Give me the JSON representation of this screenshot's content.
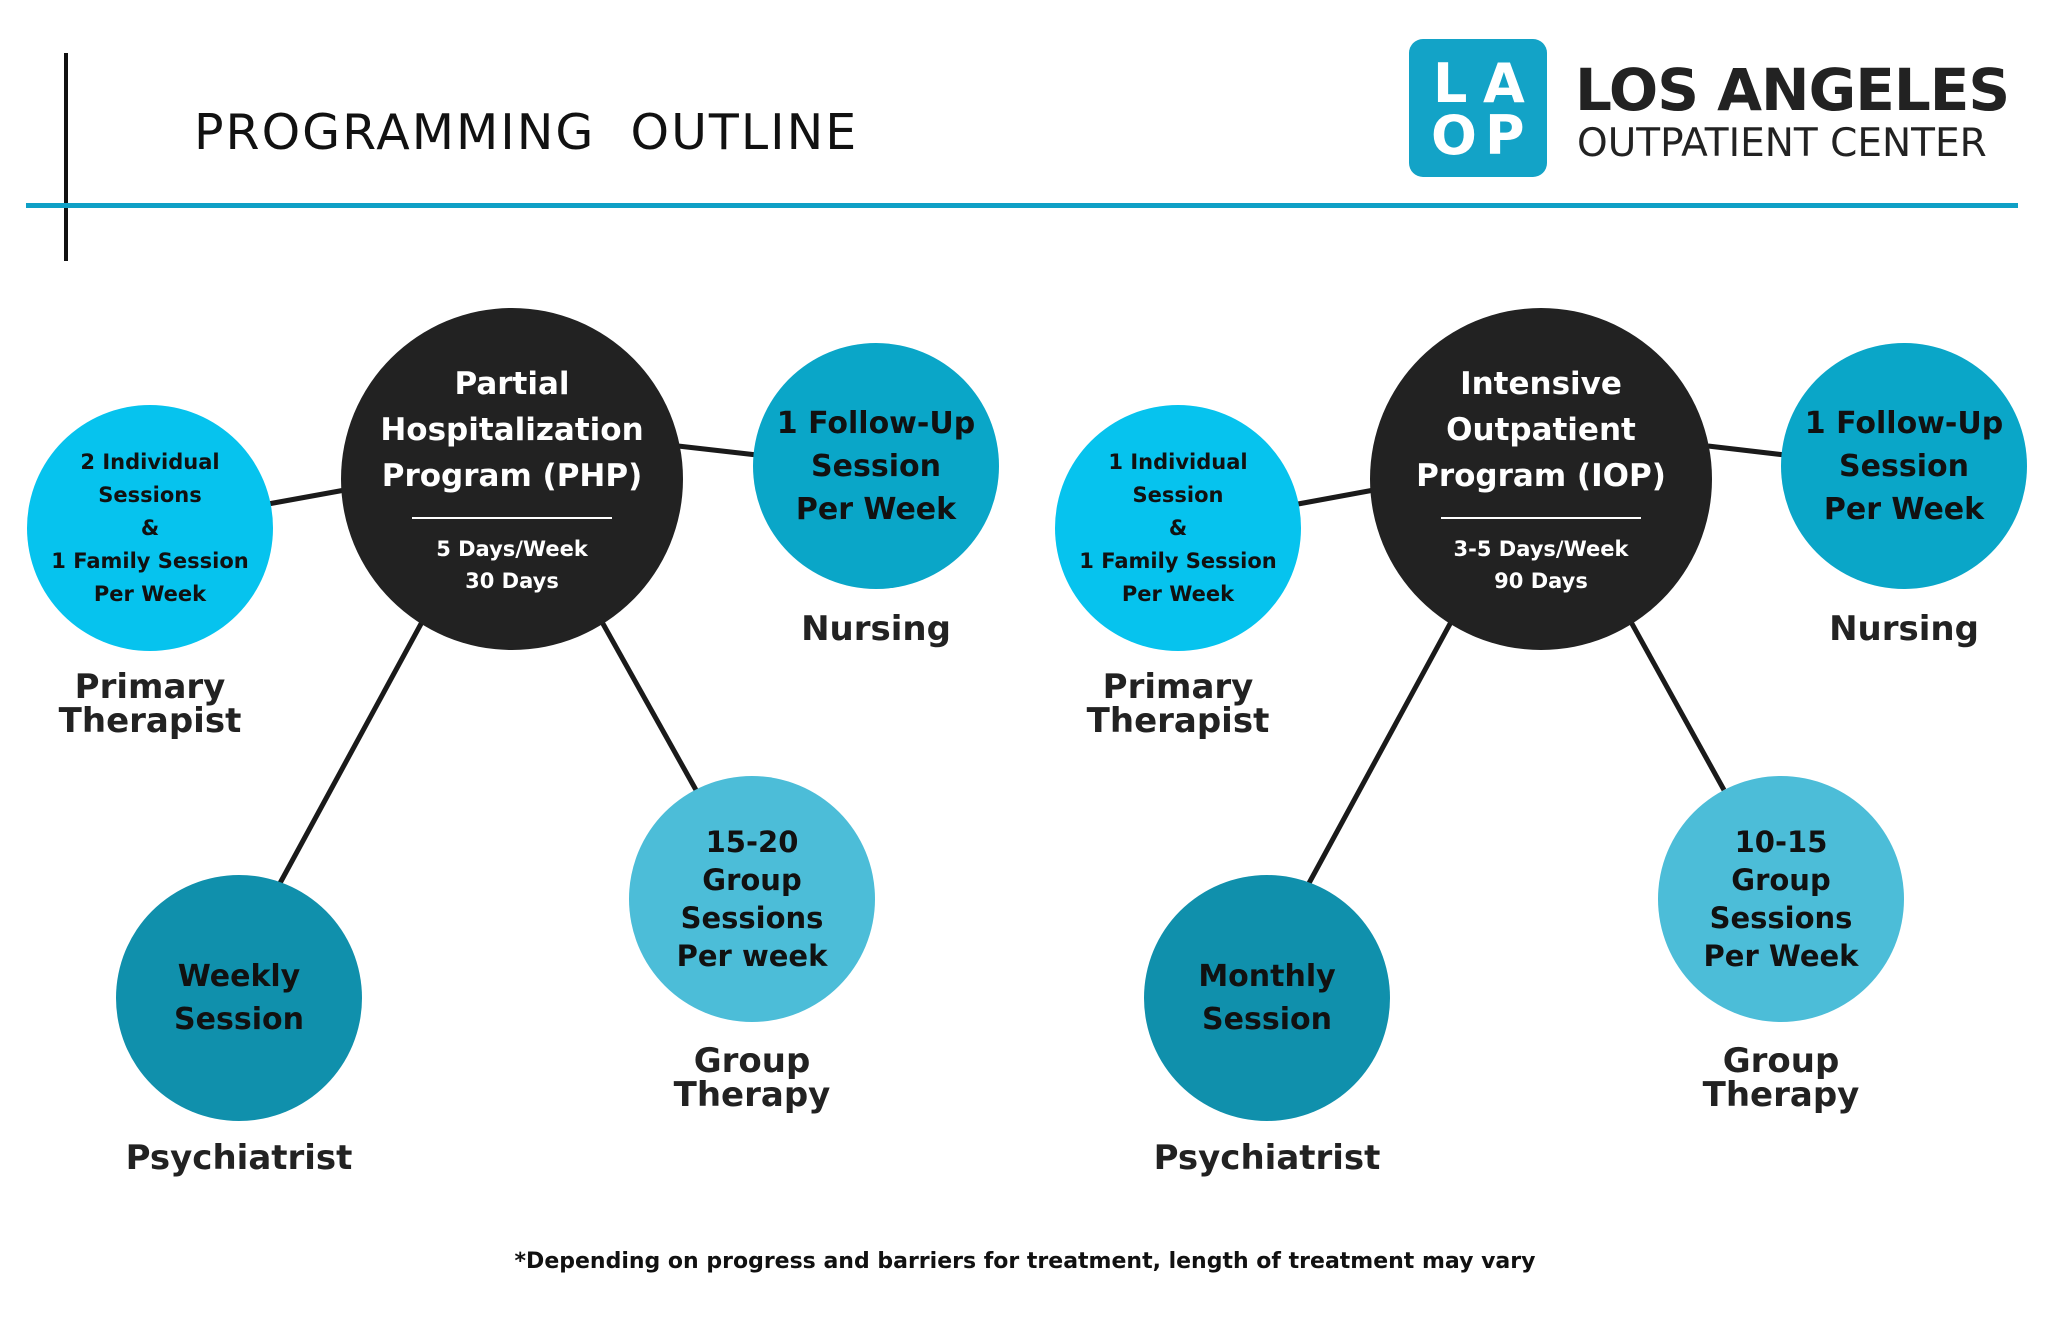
{
  "header": {
    "title": "PROGRAMMING  OUTLINE",
    "brand": {
      "logo_letters": [
        "L",
        "A",
        "O",
        "P"
      ],
      "line1": "LOS ANGELES",
      "line2": "OUTPATIENT CENTER"
    }
  },
  "colors": {
    "accent_rule": "#0fa0c6",
    "logo_bg": "#13a3c7",
    "hub": "#222222",
    "primary_therapist": "#06c3ee",
    "nursing": "#0aa6c8",
    "psychiatrist": "#1090ac",
    "group_therapy": "#4cbdd8"
  },
  "programs": [
    {
      "hub": {
        "title": "Partial\nHospitalization\nProgram (PHP)",
        "schedule": "5 Days/Week\n30 Days"
      },
      "primary_therapist": {
        "circle": "2 Individual\nSessions\n&\n1 Family Session\nPer Week",
        "label": "Primary\nTherapist"
      },
      "nursing": {
        "circle": "1 Follow-Up\nSession\nPer Week",
        "label": "Nursing"
      },
      "psychiatrist": {
        "circle": "Weekly\nSession",
        "label": "Psychiatrist"
      },
      "group_therapy": {
        "circle": "15-20\nGroup\nSessions\nPer week",
        "label": "Group\nTherapy"
      }
    },
    {
      "hub": {
        "title": "Intensive\nOutpatient\nProgram (IOP)",
        "schedule": "3-5 Days/Week\n90 Days"
      },
      "primary_therapist": {
        "circle": "1 Individual\nSession\n&\n1 Family Session\nPer Week",
        "label": "Primary\nTherapist"
      },
      "nursing": {
        "circle": "1 Follow-Up\nSession\nPer Week",
        "label": "Nursing"
      },
      "psychiatrist": {
        "circle": "Monthly\nSession",
        "label": "Psychiatrist"
      },
      "group_therapy": {
        "circle": "10-15\nGroup\nSessions\nPer Week",
        "label": "Group\nTherapy"
      }
    }
  ],
  "footnote": "*Depending on progress and barriers for treatment, length of treatment may vary"
}
